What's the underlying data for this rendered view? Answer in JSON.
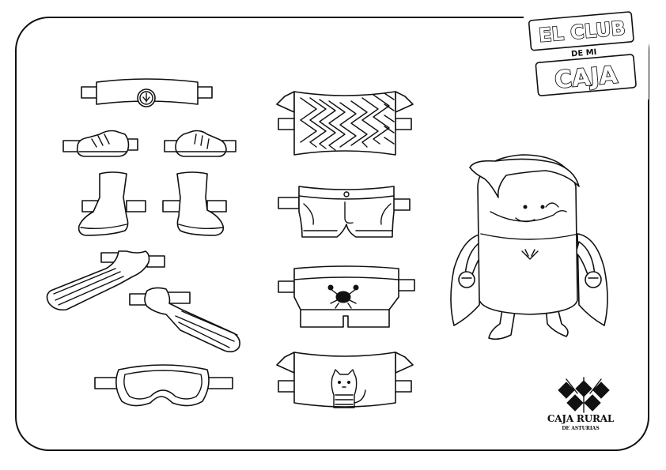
{
  "club_logo": {
    "line1": "EL CLUB",
    "line2": "DE MI",
    "line3": "CAJA"
  },
  "brand": {
    "name": "CAJA RURAL",
    "subtitle": "DE ASTURIAS"
  },
  "icons": [
    "belt-buckle-icon",
    "crab-icon",
    "cat-icon",
    "wheat-logo-icon"
  ],
  "colors": {
    "ink": "#111111",
    "paper": "#ffffff"
  }
}
